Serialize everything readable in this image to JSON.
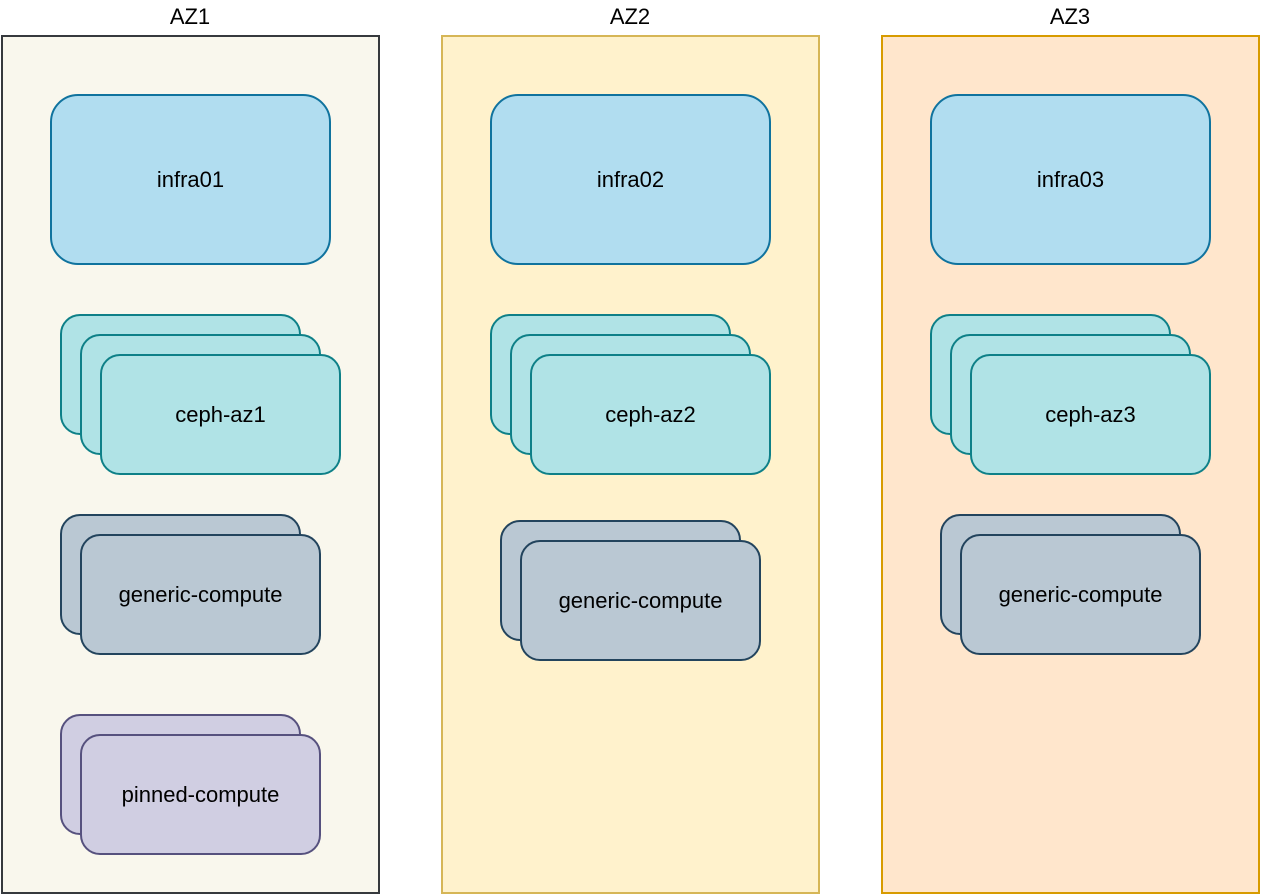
{
  "colors": {
    "az1_fill": "#f9f7ed",
    "az1_stroke": "#36393d",
    "az2_fill": "#fff2cc",
    "az2_stroke": "#d6b656",
    "az3_fill": "#ffe6cc",
    "az3_stroke": "#d79b00",
    "infra_fill": "#b1ddf0",
    "infra_stroke": "#10739e",
    "ceph_fill": "#b0e3e6",
    "ceph_stroke": "#0e8088",
    "generic_fill": "#bac8d3",
    "generic_stroke": "#23445d",
    "pinned_fill": "#d0cee2",
    "pinned_stroke": "#56517e"
  },
  "zones": [
    {
      "title": "AZ1",
      "infra_label": "infra01",
      "ceph_label": "ceph-az1",
      "generic_label": "generic-compute",
      "pinned_label": "pinned-compute"
    },
    {
      "title": "AZ2",
      "infra_label": "infra02",
      "ceph_label": "ceph-az2",
      "generic_label": "generic-compute"
    },
    {
      "title": "AZ3",
      "infra_label": "infra03",
      "ceph_label": "ceph-az3",
      "generic_label": "generic-compute"
    }
  ]
}
